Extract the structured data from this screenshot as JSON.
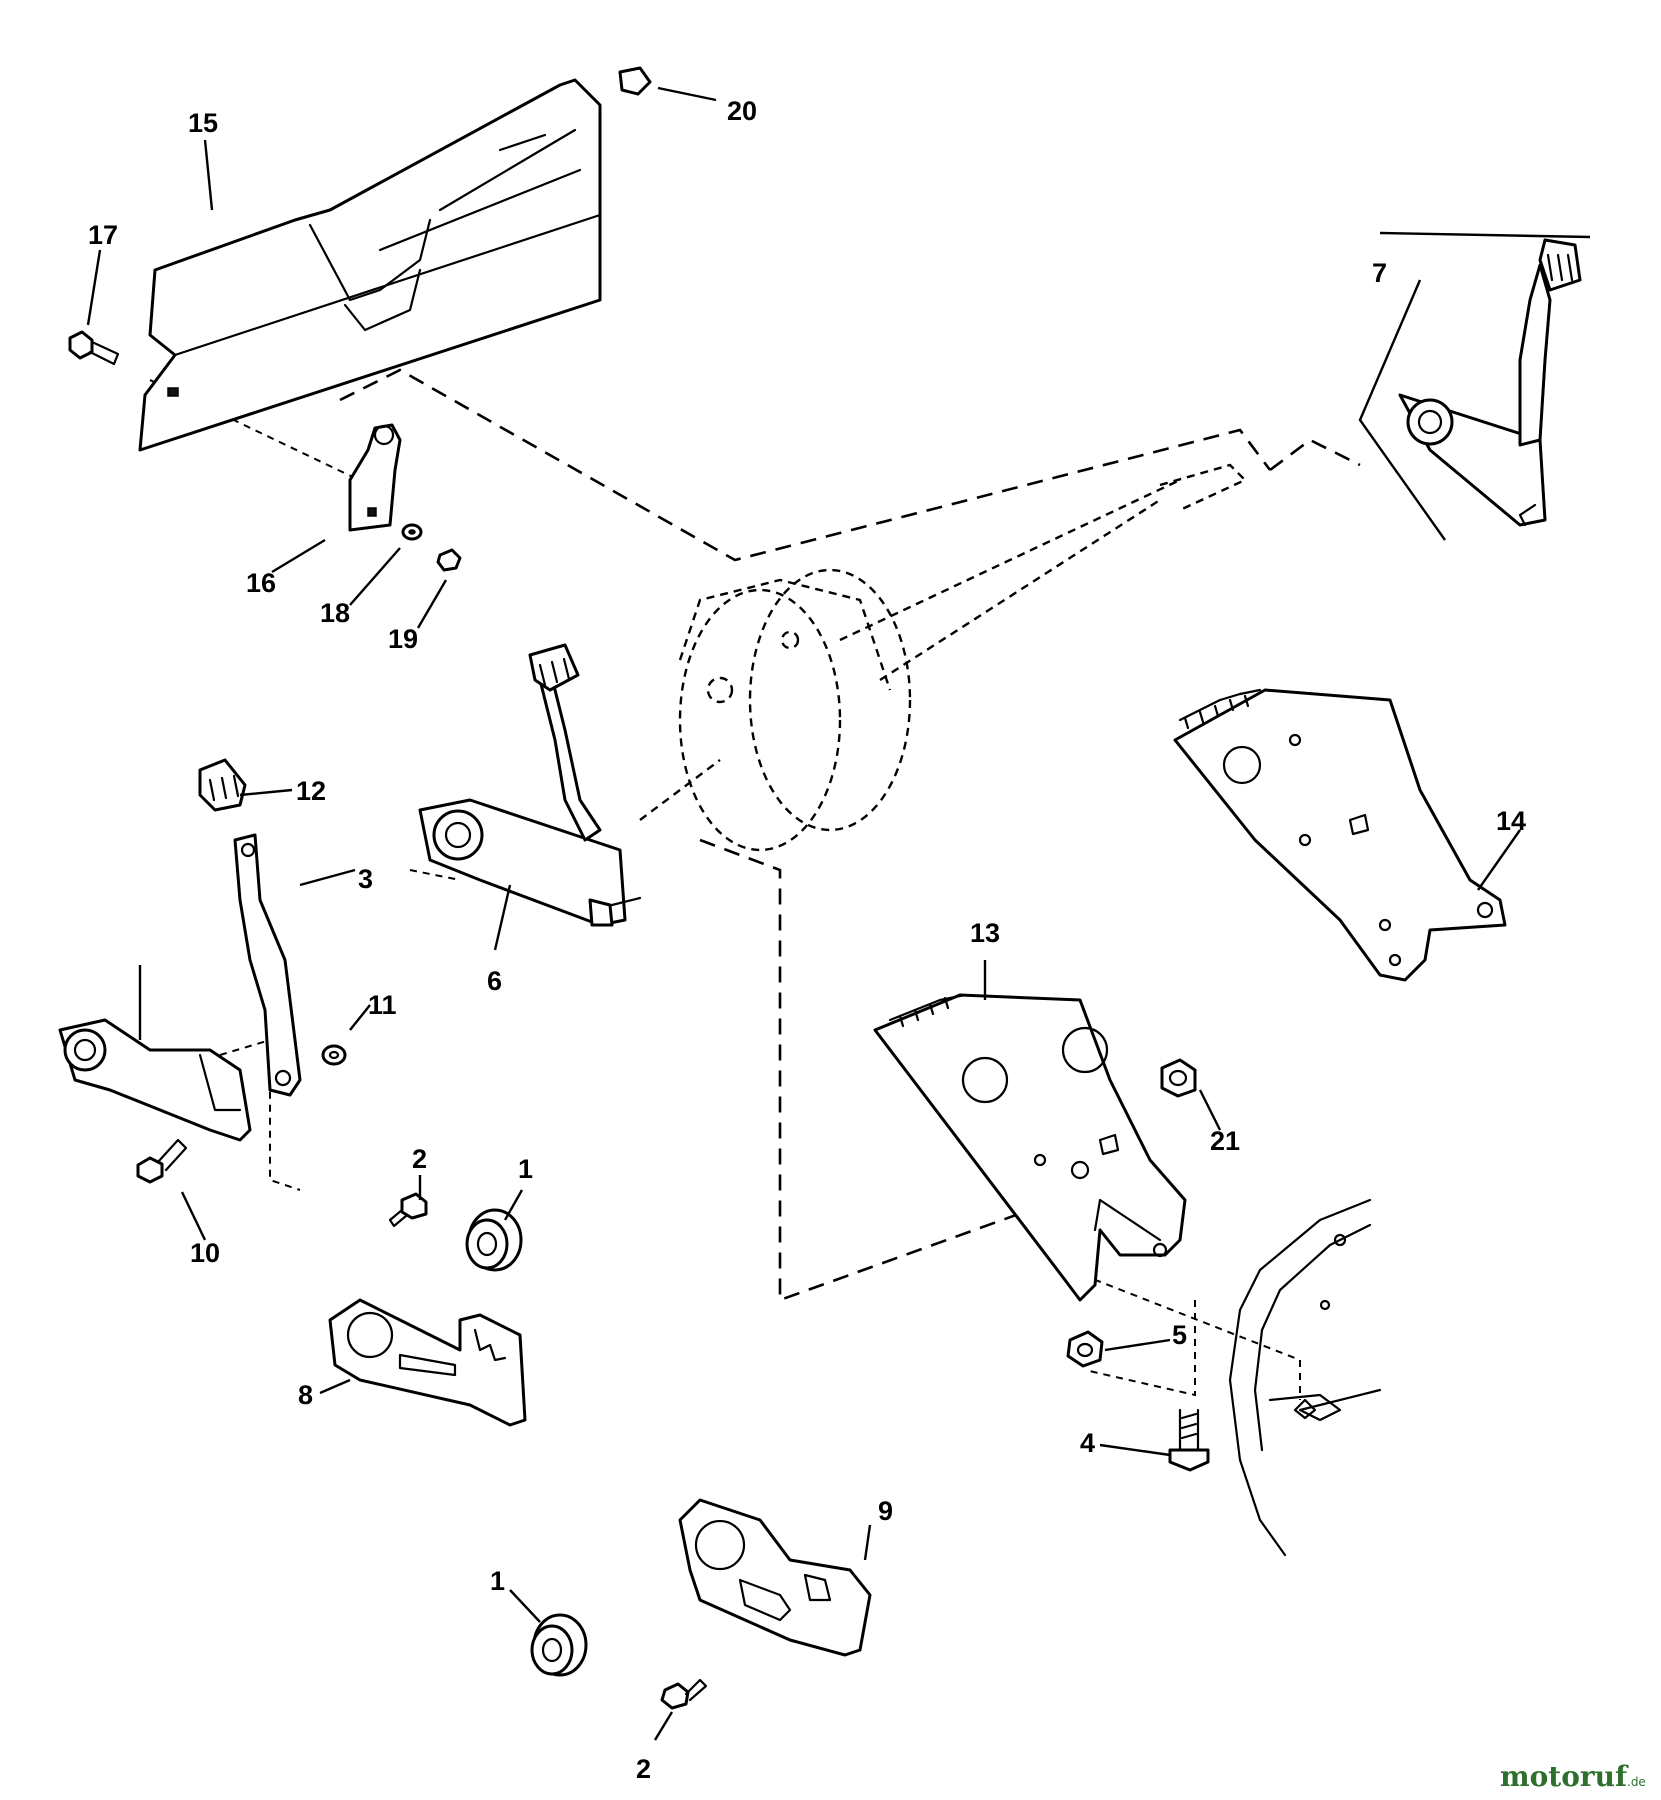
{
  "callouts": {
    "p1a": "1",
    "p1b": "1",
    "p2a": "2",
    "p2b": "2",
    "p3": "3",
    "p4": "4",
    "p5": "5",
    "p6": "6",
    "p7": "7",
    "p8": "8",
    "p9": "9",
    "p10": "10",
    "p11": "11",
    "p12": "12",
    "p13": "13",
    "p14": "14",
    "p15": "15",
    "p16": "16",
    "p17": "17",
    "p18": "18",
    "p19": "19",
    "p20": "20",
    "p21": "21"
  },
  "watermark": {
    "brand": "motoruf",
    "tld": ".de",
    "color": "#2e6f2e"
  }
}
